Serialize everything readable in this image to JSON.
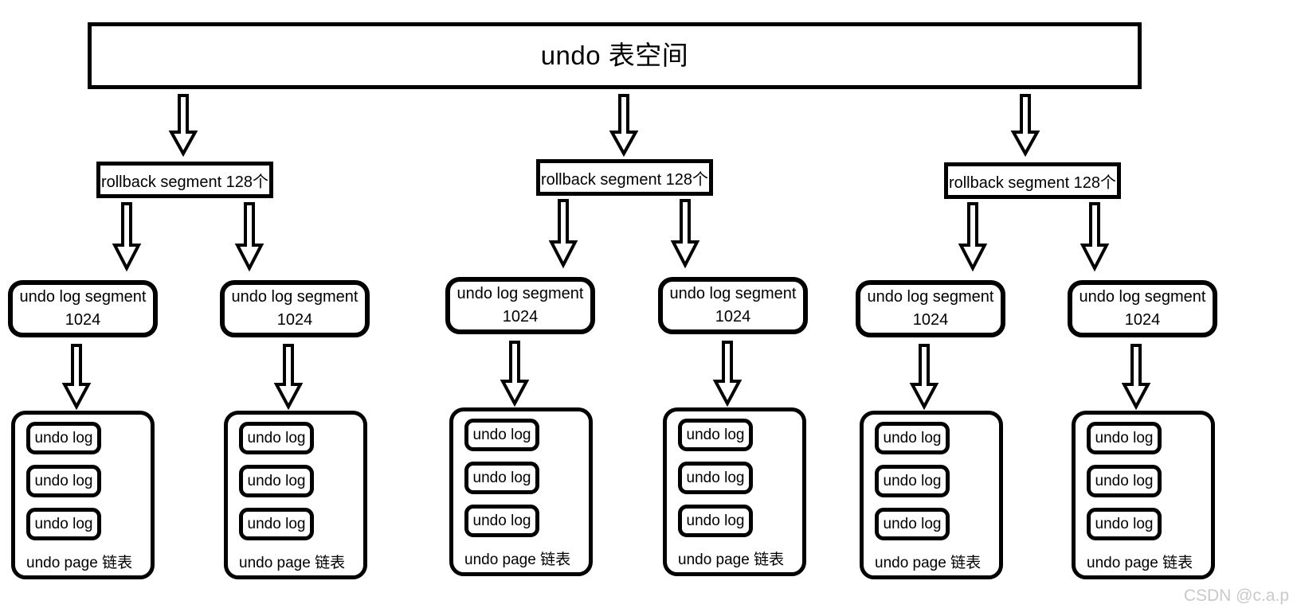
{
  "diagram": {
    "title": "undo 表空间",
    "watermark": "CSDN @c.a.p",
    "colors": {
      "stroke": "#000000",
      "background": "#ffffff",
      "watermark": "#c9c9c9"
    },
    "rollback_segments": [
      {
        "label": "rollback segment  128个"
      },
      {
        "label": "rollback segment  128个"
      },
      {
        "label": "rollback segment  128个"
      }
    ],
    "log_segments": [
      {
        "name": "undo log segment",
        "count": "1024"
      },
      {
        "name": "undo log segment",
        "count": "1024"
      },
      {
        "name": "undo log segment",
        "count": "1024"
      },
      {
        "name": "undo log segment",
        "count": "1024"
      },
      {
        "name": "undo log segment",
        "count": "1024"
      },
      {
        "name": "undo log segment",
        "count": "1024"
      }
    ],
    "page_lists": [
      {
        "caption": "undo page 链表",
        "logs": [
          "undo log",
          "undo log",
          "undo log"
        ]
      },
      {
        "caption": "undo page 链表",
        "logs": [
          "undo log",
          "undo log",
          "undo log"
        ]
      },
      {
        "caption": "undo page 链表",
        "logs": [
          "undo log",
          "undo log",
          "undo log"
        ]
      },
      {
        "caption": "undo page 链表",
        "logs": [
          "undo log",
          "undo log",
          "undo log"
        ]
      },
      {
        "caption": "undo page 链表",
        "logs": [
          "undo log",
          "undo log",
          "undo log"
        ]
      },
      {
        "caption": "undo page 链表",
        "logs": [
          "undo log",
          "undo log",
          "undo log"
        ]
      }
    ]
  }
}
